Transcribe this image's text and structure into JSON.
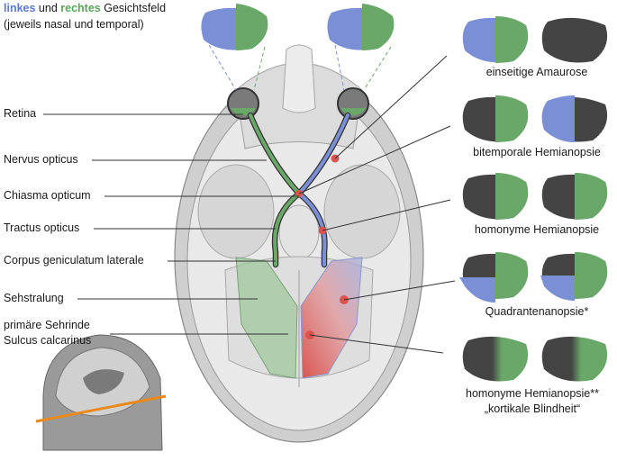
{
  "header": {
    "left_word": "linkes",
    "and_word": "und",
    "right_word": "rechtes",
    "title_rest": "Gesichtsfeld",
    "subtitle": "(jeweils nasal und temporal)"
  },
  "labels": {
    "retina": "Retina",
    "nervus_opticus": "Nervus opticus",
    "chiasma_opticum": "Chiasma opticum",
    "tractus_opticus": "Tractus opticus",
    "corpus_geniculatum": "Corpus geniculatum laterale",
    "sehstrahlung": "Sehstralung",
    "primaere_sehrinde": "primäre Sehrinde",
    "sulcus_calcarinus": "Sulcus calcarinus"
  },
  "defects": [
    {
      "caption": "einseitige Amaurose"
    },
    {
      "caption": "bitemporale Hemianopsie"
    },
    {
      "caption": "homonyme Hemianopsie"
    },
    {
      "caption": "Quadrantenanopsie*"
    },
    {
      "caption": "homonyme Hemianopsie**",
      "caption2": "„kortikale Blindheit“"
    }
  ],
  "colors": {
    "left_field": "#7b8fd6",
    "right_field": "#6aa86a",
    "blind": "#444444",
    "lesion": "#d9534f",
    "section_line": "#e88a1c"
  }
}
